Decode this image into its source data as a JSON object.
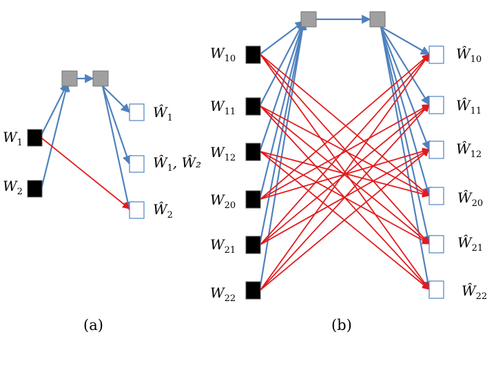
{
  "diagrams": [
    {
      "id": "a",
      "caption": "(a)",
      "sources": [
        {
          "base": "W",
          "sub": "1"
        },
        {
          "base": "W",
          "sub": "2"
        }
      ],
      "destinations": [
        {
          "base": "Ŵ",
          "sub": "1",
          "extra": ""
        },
        {
          "base": "Ŵ",
          "sub": "1",
          "extra": ", Ŵ₂"
        },
        {
          "base": "Ŵ",
          "sub": "2",
          "extra": ""
        }
      ]
    },
    {
      "id": "b",
      "caption": "(b)",
      "sources": [
        {
          "base": "W",
          "sub": "10"
        },
        {
          "base": "W",
          "sub": "11"
        },
        {
          "base": "W",
          "sub": "12"
        },
        {
          "base": "W",
          "sub": "20"
        },
        {
          "base": "W",
          "sub": "21"
        },
        {
          "base": "W",
          "sub": "22"
        }
      ],
      "destinations": [
        {
          "base": "Ŵ",
          "sub": "10",
          "extra": ""
        },
        {
          "base": "Ŵ",
          "sub": "11",
          "extra": ""
        },
        {
          "base": "Ŵ",
          "sub": "12",
          "extra": ""
        },
        {
          "base": "Ŵ",
          "sub": "20",
          "extra": ""
        },
        {
          "base": "Ŵ",
          "sub": "21",
          "extra": ""
        },
        {
          "base": "Ŵ",
          "sub": "22",
          "extra": ""
        }
      ]
    }
  ],
  "colors": {
    "source_node": "#000000",
    "relay_node": "#a0a0a0",
    "destination_border": "#4f81bd",
    "relay_link": "#4f81bd",
    "direct_link": "#e31a1c"
  }
}
